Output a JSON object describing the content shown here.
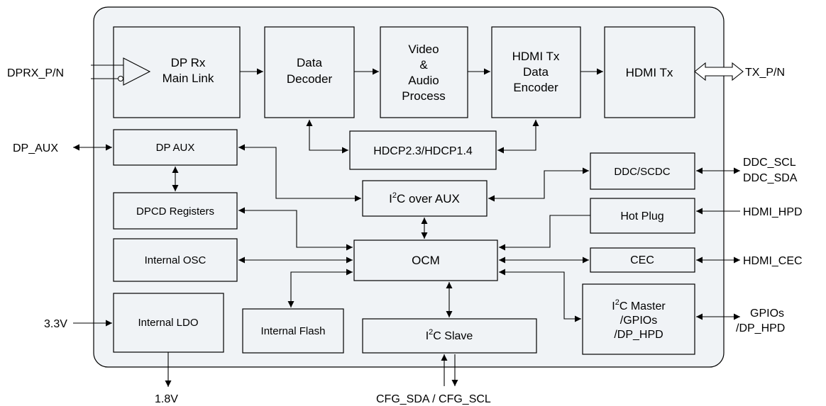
{
  "blocks": {
    "dp_rx": [
      "DP Rx",
      "Main Link"
    ],
    "data_decoder": [
      "Data",
      "Decoder"
    ],
    "video_audio": [
      "Video",
      "&",
      "Audio",
      "Process"
    ],
    "hdmi_encoder": [
      "HDMI Tx",
      "Data",
      "Encoder"
    ],
    "hdmi_tx": "HDMI Tx",
    "hdcp": "HDCP2.3/HDCP1.4",
    "dp_aux": "DP AUX",
    "dpcd": "DPCD Registers",
    "i2c_aux": {
      "pre": "I",
      "sup": "2",
      "post": "C over AUX"
    },
    "ddc": "DDC/SCDC",
    "hot_plug": "Hot Plug",
    "internal_osc": "Internal OSC",
    "ocm": "OCM",
    "cec": "CEC",
    "internal_ldo": "Internal  LDO",
    "internal_flash": "Internal Flash",
    "i2c_slave": {
      "pre": "I",
      "sup": "2",
      "post": "C Slave"
    },
    "i2c_master": {
      "pre": "I",
      "sup": "2",
      "post": "C Master",
      "line2": "/GPIOs",
      "line3": "/DP_HPD"
    }
  },
  "signals": {
    "dprx": "DPRX_P/N",
    "tx_pn": "TX_P/N",
    "dp_aux": "DP_AUX",
    "ddc_scl": "DDC_SCL",
    "ddc_sda": "DDC_SDA",
    "hdmi_hpd": "HDMI_HPD",
    "hdmi_cec": "HDMI_CEC",
    "gpios": "GPIOs",
    "dp_hpd": "/DP_HPD",
    "v33": "3.3V",
    "v18": "1.8V",
    "cfg": "CFG_SDA / CFG_SCL"
  }
}
